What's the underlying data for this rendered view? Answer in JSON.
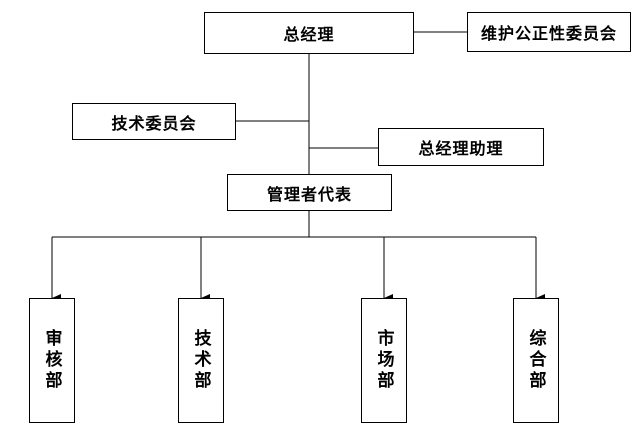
{
  "nodes": {
    "general_manager": "总经理",
    "impartiality_committee": "维护公正性委员会",
    "technical_committee": "技术委员会",
    "assistant_gm": "总经理助理",
    "management_rep": "管理者代表",
    "audit_dept": "审核部",
    "tech_dept": "技术部",
    "market_dept": "市场部",
    "general_dept": "综合部"
  }
}
